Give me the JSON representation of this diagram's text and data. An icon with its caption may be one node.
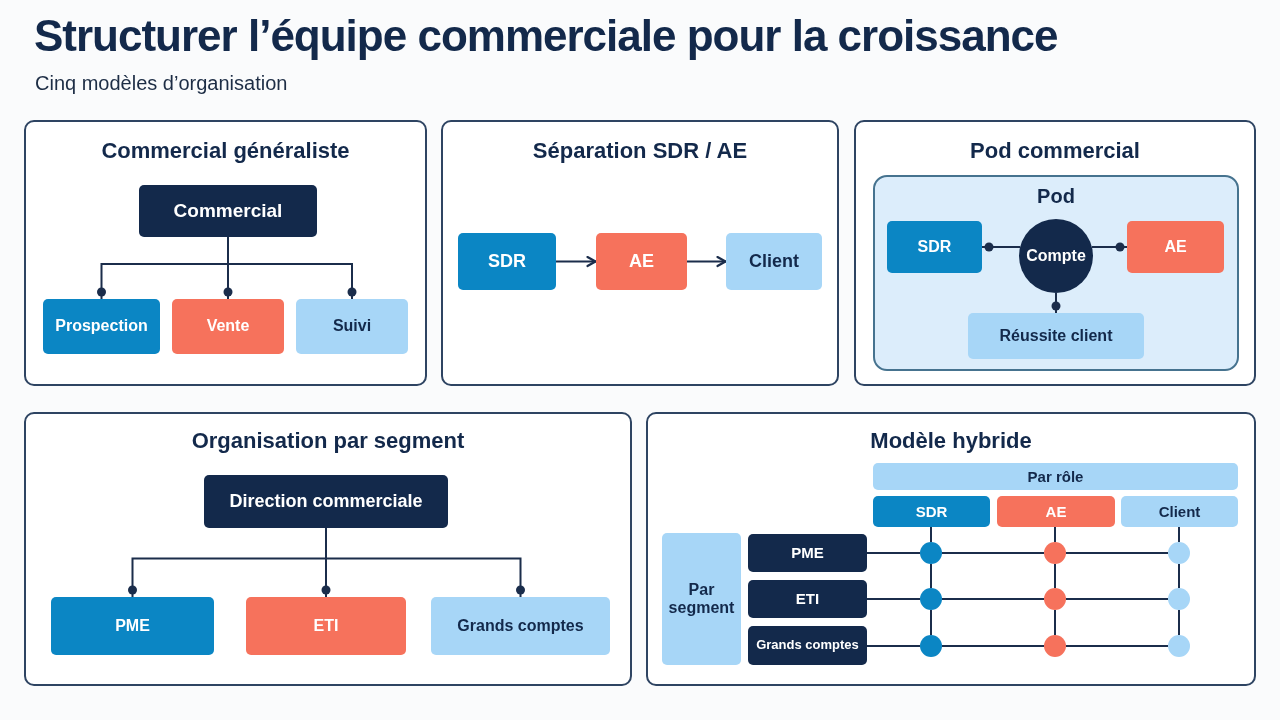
{
  "diagram": {
    "title": "Structurer l’équipe commerciale pour la croissance",
    "nodes": [
      {
        "text": [
          "Commercial généraliste"
        ]
      },
      {
        "text": [
          "Commercial"
        ],
        "in": 0
      },
      {
        "text": [
          "Prospection"
        ],
        "in": 0
      },
      {
        "text": [
          "Vente"
        ],
        "in": 0
      },
      {
        "text": [
          "Suivi"
        ],
        "in": 0
      },
      {
        "text": [
          "Séparation SDR / AE"
        ]
      },
      {
        "text": [
          "SDR"
        ],
        "in": 5
      },
      {
        "text": [
          "AE"
        ],
        "in": 5
      },
      {
        "text": [
          "Client"
        ],
        "in": 5
      },
      {
        "text": [
          "Pod commercial"
        ]
      },
      {
        "text": [
          "Pod"
        ],
        "in": 9
      },
      {
        "text": [
          "SDR"
        ],
        "in": 10
      },
      {
        "text": [
          "Compte"
        ],
        "in": 10
      },
      {
        "text": [
          "AE"
        ],
        "in": 10
      },
      {
        "text": [
          "Réussite client"
        ],
        "in": 10
      },
      {
        "text": [
          "Organisation par segment"
        ]
      },
      {
        "text": [
          "Direction commerciale"
        ],
        "in": 15
      },
      {
        "text": [
          "PME"
        ],
        "in": 15
      },
      {
        "text": [
          "ETI"
        ],
        "in": 15
      },
      {
        "text": [
          "Grands comptes"
        ],
        "in": 15
      },
      {
        "text": [
          "Modèle hybride"
        ]
      },
      {
        "text": [
          "Par rôle"
        ],
        "in": 20
      },
      {
        "text": [
          "SDR"
        ],
        "in": 20
      },
      {
        "text": [
          "AE"
        ],
        "in": 20
      },
      {
        "text": [
          "Client"
        ],
        "in": 20
      },
      {
        "text": [
          "Par segment"
        ],
        "in": 20
      },
      {
        "text": [
          "PME"
        ],
        "in": 20
      },
      {
        "text": [
          "ETI"
        ],
        "in": 20
      },
      {
        "text": [
          "Grands comptes"
        ],
        "in": 20
      },
      {
        "text": [],
        "shape": "circle",
        "in": 20
      },
      {
        "text": [],
        "shape": "circle",
        "in": 20
      },
      {
        "text": [],
        "shape": "circle",
        "in": 20
      },
      {
        "text": [],
        "shape": "circle",
        "in": 20
      },
      {
        "text": [],
        "shape": "circle",
        "in": 20
      },
      {
        "text": [],
        "shape": "circle",
        "in": 20
      },
      {
        "text": [],
        "shape": "circle",
        "in": 20
      },
      {
        "text": [],
        "shape": "circle",
        "in": 20
      },
      {
        "text": [],
        "shape": "circle",
        "in": 20
      }
    ],
    "edges": [
      {
        "from": 1,
        "to": 2,
        "arrow": "other"
      },
      {
        "from": 1,
        "to": 3,
        "arrow": "other"
      },
      {
        "from": 1,
        "to": 4,
        "arrow": "other"
      },
      {
        "from": 6,
        "to": 7,
        "arrow": "to"
      },
      {
        "from": 7,
        "to": 8,
        "arrow": "to"
      },
      {
        "from": 12,
        "to": 11,
        "arrow": "other"
      },
      {
        "from": 12,
        "to": 13,
        "arrow": "other"
      },
      {
        "from": 12,
        "to": 14,
        "arrow": "other"
      },
      {
        "from": 16,
        "to": 17,
        "arrow": "other"
      },
      {
        "from": 16,
        "to": 18,
        "arrow": "other"
      },
      {
        "from": 16,
        "to": 19,
        "arrow": "other"
      },
      {
        "from": 26,
        "to": 29,
        "arrow": "none"
      },
      {
        "from": 29,
        "to": 30,
        "arrow": "none"
      },
      {
        "from": 30,
        "to": 31,
        "arrow": "none"
      },
      {
        "from": 27,
        "to": 32,
        "arrow": "none"
      },
      {
        "from": 32,
        "to": 33,
        "arrow": "none"
      },
      {
        "from": 33,
        "to": 34,
        "arrow": "none"
      },
      {
        "from": 28,
        "to": 35,
        "arrow": "none"
      },
      {
        "from": 35,
        "to": 36,
        "arrow": "none"
      },
      {
        "from": 36,
        "to": 37,
        "arrow": "none"
      },
      {
        "from": 22,
        "to": 29,
        "arrow": "none"
      },
      {
        "from": 29,
        "to": 32,
        "arrow": "none"
      },
      {
        "from": 32,
        "to": 35,
        "arrow": "none"
      },
      {
        "from": 23,
        "to": 30,
        "arrow": "none"
      },
      {
        "from": 30,
        "to": 33,
        "arrow": "none"
      },
      {
        "from": 33,
        "to": 36,
        "arrow": "none"
      },
      {
        "from": 24,
        "to": 31,
        "arrow": "none"
      },
      {
        "from": 31,
        "to": 34,
        "arrow": "none"
      },
      {
        "from": 34,
        "to": 37,
        "arrow": "none"
      }
    ],
    "labels": [
      "Cinq modèles d’organisation"
    ]
  }
}
